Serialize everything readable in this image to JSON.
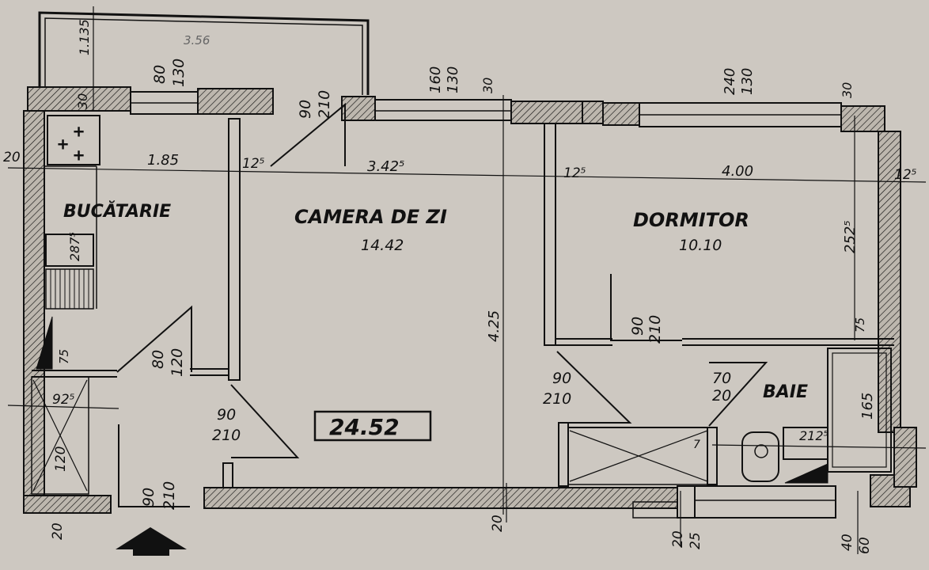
{
  "plan": {
    "rooms": [
      {
        "id": "bucatarie",
        "name": "BUCĂTARIE",
        "area": ""
      },
      {
        "id": "camera-de-zi",
        "name": "CAMERA DE ZI",
        "area": "14.42"
      },
      {
        "id": "dormitor",
        "name": "DORMITOR",
        "area": "10.10"
      },
      {
        "id": "baie",
        "name": "BAIE",
        "area": ""
      }
    ],
    "total_area": "24.52",
    "balcony_note": "3.56",
    "dimensions": {
      "top_1135": "1.135",
      "top_30a": "30",
      "win1_w": "80",
      "win1_h": "130",
      "door_balcony_w": "90",
      "door_balcony_h": "210",
      "win2_w": "160",
      "win2_h": "130",
      "top_30b": "30",
      "win3_w": "240",
      "win3_h": "130",
      "top_30c": "30",
      "left_20": "20",
      "kitchen_w": "1.85",
      "wall_125a": "12⁵",
      "living_w": "3.42⁵",
      "wall_125b": "12⁵",
      "bedroom_w": "4.00",
      "right_125": "12⁵",
      "bedroom_depth": "252⁵",
      "living_depth": "4.25",
      "kitchen_2875": "287⁵",
      "kitchen_door_w": "80",
      "kitchen_door_h": "120",
      "left_75": "75",
      "left_925": "92⁵",
      "left_120": "120",
      "living_door_w": "90",
      "living_door_h": "210",
      "entry_door_w": "90",
      "entry_door_h": "210",
      "bedroom_door_w": "90",
      "bedroom_door_h": "210",
      "hall_door_w": "90",
      "hall_door_h": "210",
      "bath_door_w": "70",
      "bath_door_h": "20",
      "bath_75": "75",
      "bath_165": "165",
      "bath_2125": "212⁵",
      "bath_7": "7",
      "bottom_20a": "20",
      "bottom_20b": "20",
      "bottom_20c": "20",
      "bottom_25": "25",
      "bottom_40": "40",
      "bottom_60": "60"
    }
  }
}
